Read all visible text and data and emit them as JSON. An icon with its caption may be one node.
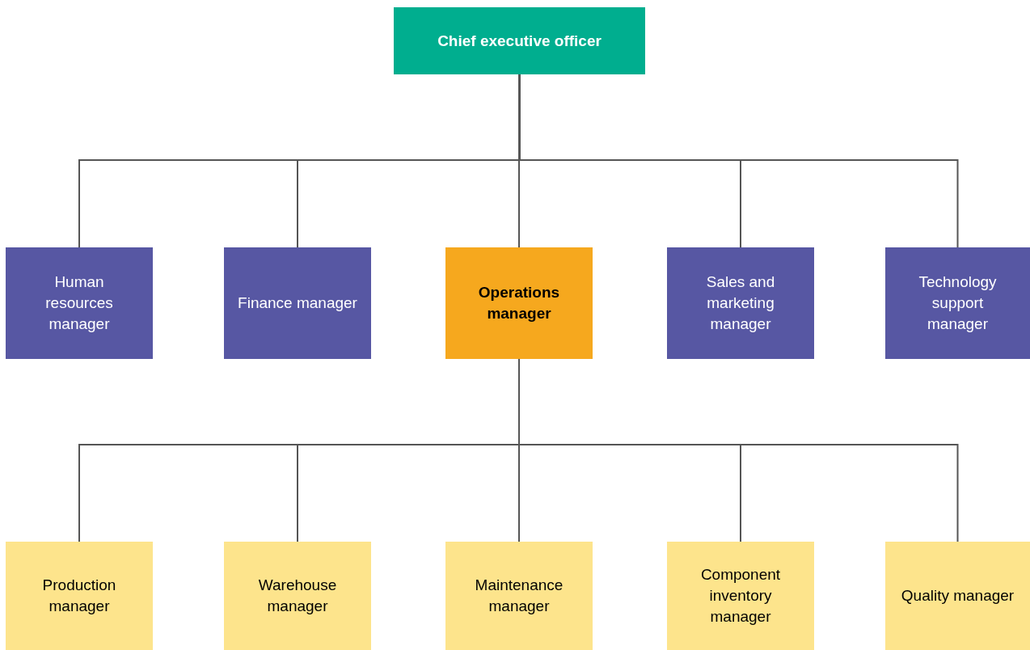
{
  "diagram": {
    "nodes": [
      {
        "text": [
          "Chief executive officer"
        ]
      },
      {
        "text": [
          "Human resources manager"
        ]
      },
      {
        "text": [
          "Finance manager"
        ]
      },
      {
        "text": [
          "Operations manager"
        ]
      },
      {
        "text": [
          "Sales and marketing manager"
        ]
      },
      {
        "text": [
          "Technology support manager"
        ]
      },
      {
        "text": [
          "Production manager"
        ]
      },
      {
        "text": [
          "Warehouse manager"
        ]
      },
      {
        "text": [
          "Maintenance manager"
        ]
      },
      {
        "text": [
          "Component inventory manager"
        ]
      },
      {
        "text": [
          "Quality manager"
        ]
      }
    ],
    "edges": [
      {
        "from": 0,
        "to": 1,
        "arrow": "none"
      },
      {
        "from": 0,
        "to": 2,
        "arrow": "none"
      },
      {
        "from": 0,
        "to": 3,
        "arrow": "none"
      },
      {
        "from": 0,
        "to": 4,
        "arrow": "none"
      },
      {
        "from": 0,
        "to": 5,
        "arrow": "none"
      },
      {
        "from": 3,
        "to": 6,
        "arrow": "none"
      },
      {
        "from": 3,
        "to": 7,
        "arrow": "none"
      },
      {
        "from": 3,
        "to": 8,
        "arrow": "none"
      },
      {
        "from": 3,
        "to": 9,
        "arrow": "none"
      },
      {
        "from": 3,
        "to": 10,
        "arrow": "none"
      }
    ]
  }
}
